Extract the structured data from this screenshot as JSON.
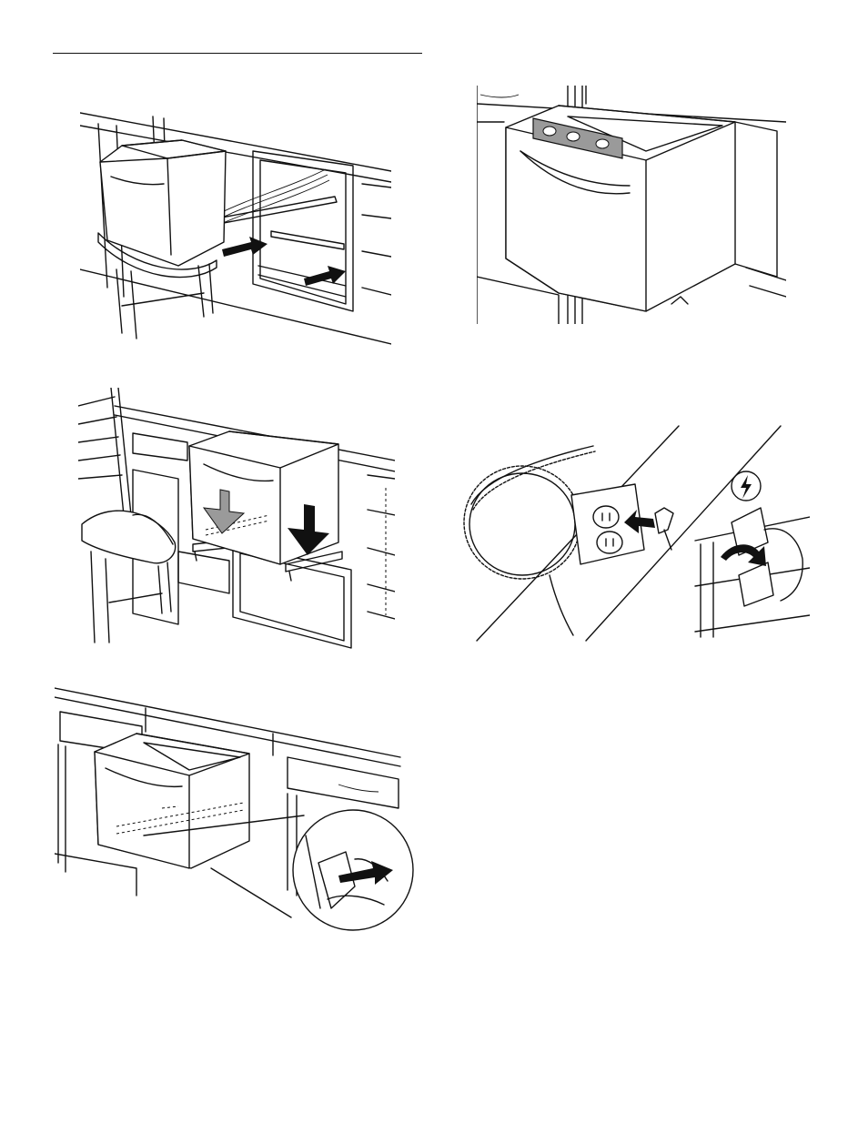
{
  "page": {
    "background": "#ffffff",
    "ink": "#111111",
    "accent_gray": "#9a9a9a"
  },
  "figures": [
    {
      "id": "fig1",
      "icon": "drawer-on-chair-remove-rails-illustration"
    },
    {
      "id": "fig2",
      "icon": "drawer-level-check-illustration"
    },
    {
      "id": "fig3",
      "icon": "drawer-lower-onto-rails-illustration"
    },
    {
      "id": "fig4",
      "icon": "power-cord-plug-and-switch-illustration"
    },
    {
      "id": "fig5",
      "icon": "drawer-installed-release-latch-illustration"
    }
  ]
}
